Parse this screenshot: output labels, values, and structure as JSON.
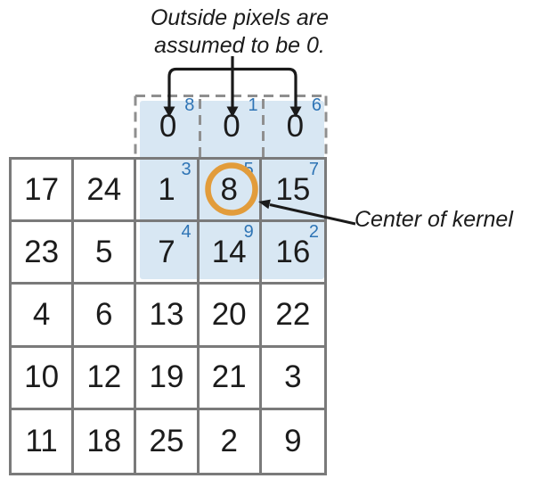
{
  "title": {
    "line1": "Outside pixels are",
    "line2": "assumed  to be 0."
  },
  "annotation": "Center of kernel",
  "colors": {
    "highlight": "#d8e7f3",
    "kernel_weight_text": "#2e74b5",
    "matrix_text": "#1c1c1c",
    "grid_line": "#7a7a7a",
    "dashed_border": "#8f8f8f",
    "center_circle": "#e29c3b",
    "arrow": "#1a1a1a"
  },
  "padding_row": {
    "cells": [
      {
        "value": "0",
        "kernel": "8"
      },
      {
        "value": "0",
        "kernel": "1"
      },
      {
        "value": "0",
        "kernel": "6"
      }
    ]
  },
  "matrix": {
    "rows": [
      {
        "cells": [
          {
            "value": "17"
          },
          {
            "value": "24"
          },
          {
            "value": "1",
            "kernel": "3"
          },
          {
            "value": "8",
            "kernel": "5"
          },
          {
            "value": "15",
            "kernel": "7"
          }
        ]
      },
      {
        "cells": [
          {
            "value": "23"
          },
          {
            "value": "5"
          },
          {
            "value": "7",
            "kernel": "4"
          },
          {
            "value": "14",
            "kernel": "9"
          },
          {
            "value": "16",
            "kernel": "2"
          }
        ]
      },
      {
        "cells": [
          {
            "value": "4"
          },
          {
            "value": "6"
          },
          {
            "value": "13"
          },
          {
            "value": "20"
          },
          {
            "value": "22"
          }
        ]
      },
      {
        "cells": [
          {
            "value": "10"
          },
          {
            "value": "12"
          },
          {
            "value": "19"
          },
          {
            "value": "21"
          },
          {
            "value": "3"
          }
        ]
      },
      {
        "cells": [
          {
            "value": "11"
          },
          {
            "value": "18"
          },
          {
            "value": "25"
          },
          {
            "value": "2"
          },
          {
            "value": "9"
          }
        ]
      }
    ]
  }
}
